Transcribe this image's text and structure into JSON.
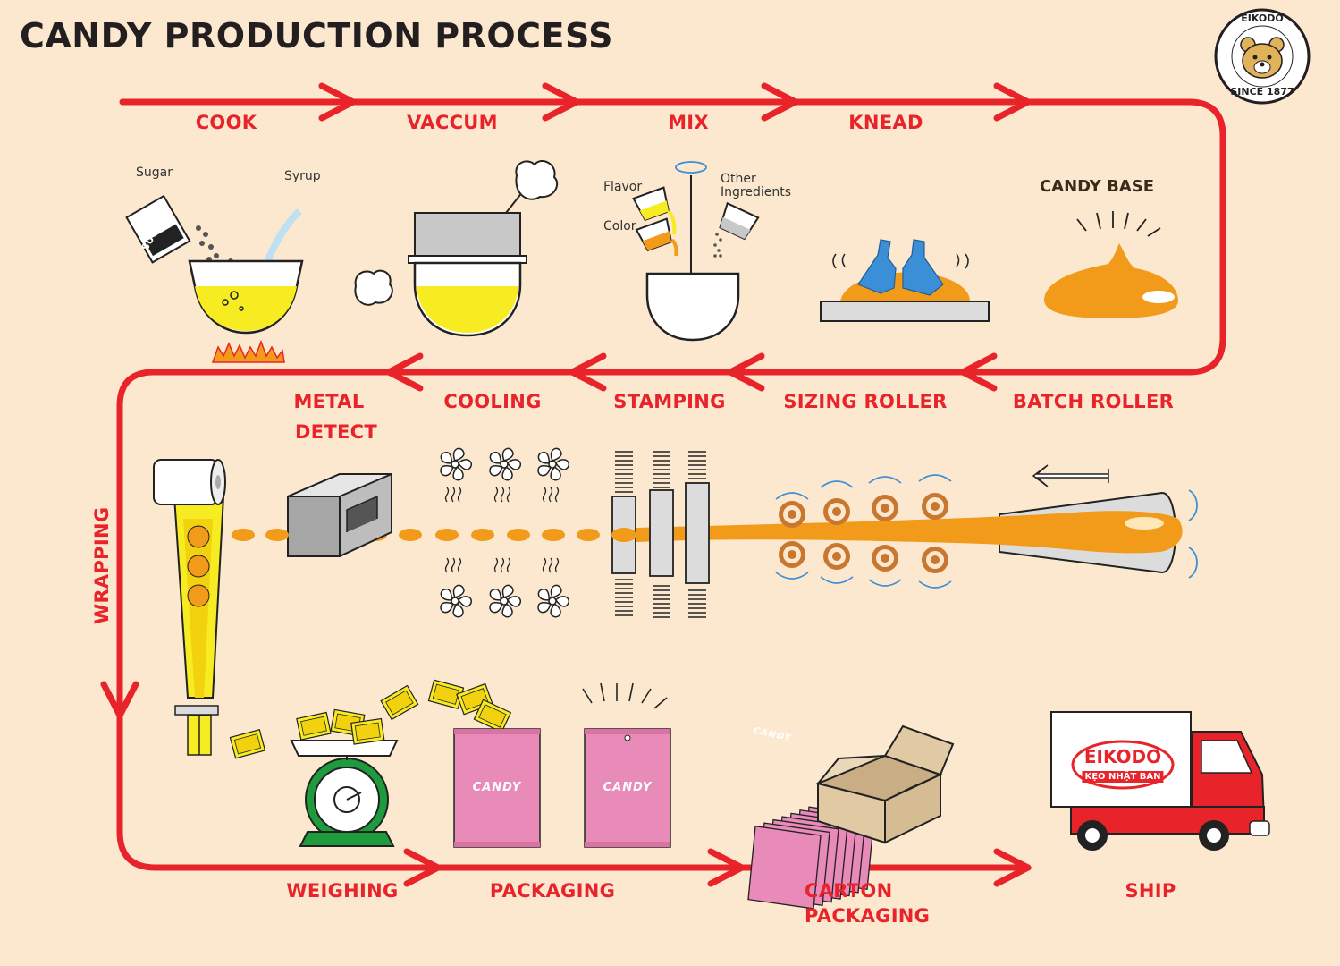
{
  "title": "CANDY PRODUCTION PROCESS",
  "logo": {
    "top_text": "EIKODO",
    "bottom_text": "SINCE 1877"
  },
  "steps": {
    "cook": "COOK",
    "vaccum": "VACCUM",
    "mix": "MIX",
    "knead": "KNEAD",
    "batch_roller": "BATCH ROLLER",
    "sizing_roller": "SIZING ROLLER",
    "stamping": "STAMPING",
    "cooling": "COOLING",
    "metal_detect_1": "METAL",
    "metal_detect_2": "DETECT",
    "wrapping": "WRAPPING",
    "weighing": "WEIGHING",
    "packaging": "PACKAGING",
    "carton_1": "CARTON",
    "carton_2": "PACKAGING",
    "ship": "SHIP"
  },
  "labels": {
    "sugar": "Sugar",
    "syrup": "Syrup",
    "sugar_bag": "SUGAR",
    "flavor": "Flavor",
    "color": "Color",
    "other_1": "Other",
    "other_2": "Ingredients",
    "candy_base": "CANDY BASE"
  },
  "package_text": "CANDY",
  "truck": {
    "brand": "EIKODO",
    "sub": "KẸO NHẬT BẢN"
  },
  "colors": {
    "background": "#fbe8cf",
    "flow_line": "#e8232a",
    "candy": "#f29a1a",
    "liquid": "#f7ec22",
    "package": "#e98bb8",
    "gloves": "#3b8fd6",
    "carton": "#e0c9a3",
    "scale": "#1e9b3c",
    "truck": "#e8232a"
  },
  "icons": [
    "fire-icon",
    "steam-cloud-icon",
    "fan-icon",
    "spiral-spring-icon",
    "roller-icon",
    "glove-icon",
    "truck-icon",
    "bear-logo-icon"
  ]
}
